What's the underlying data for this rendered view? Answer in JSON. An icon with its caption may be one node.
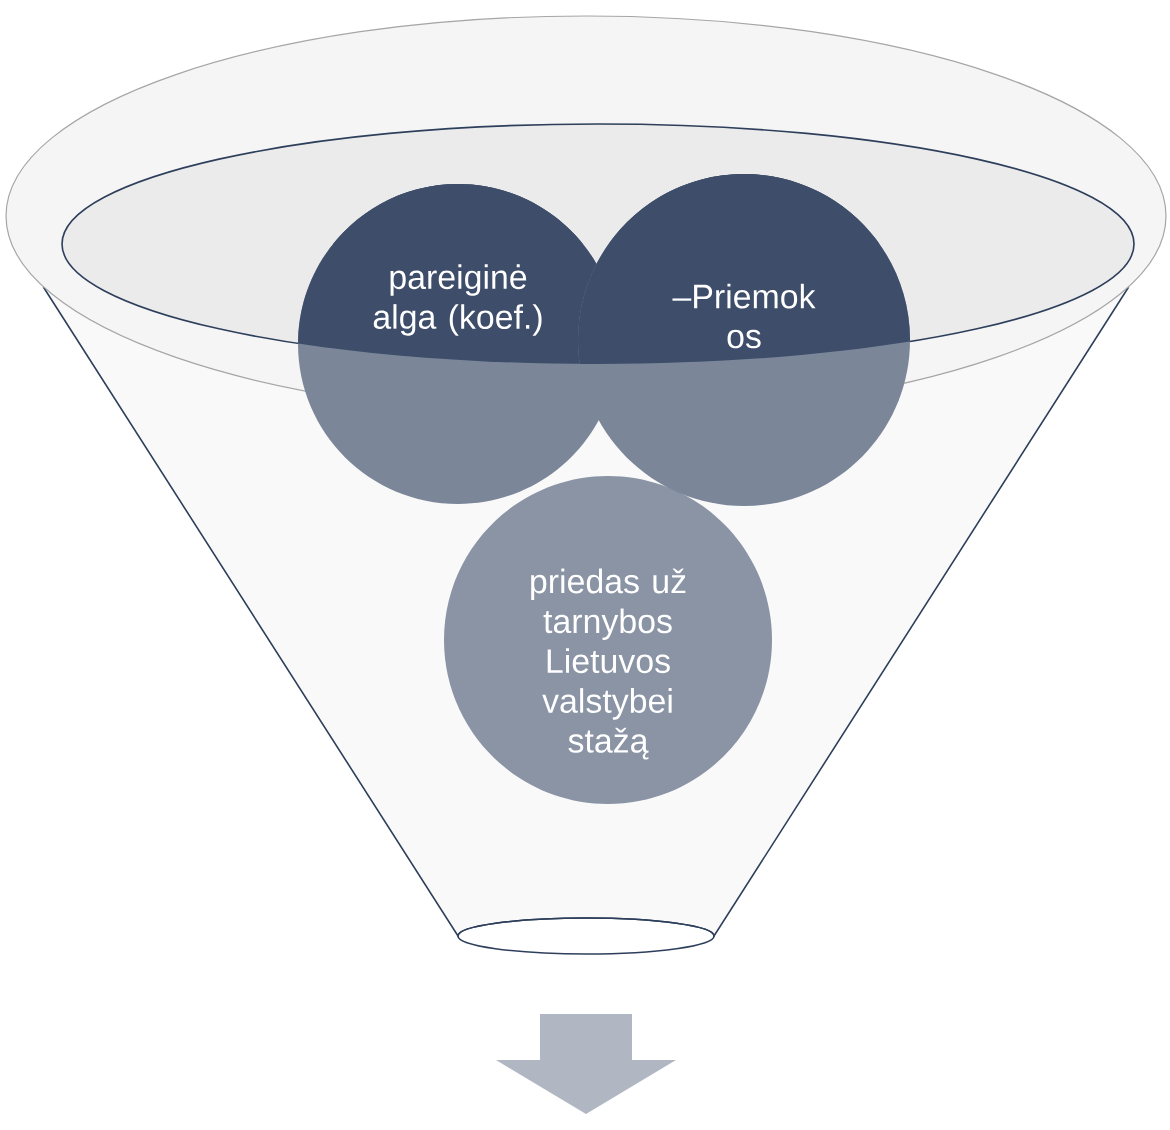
{
  "diagram": {
    "nodes": [
      {
        "text": [
          "priedas už tarnybos Lietuvos valstybei stažą"
        ]
      },
      {
        "text": [
          "pareiginė alga (koef.)"
        ]
      },
      {
        "text": [
          "–Priemok os"
        ]
      }
    ]
  }
}
